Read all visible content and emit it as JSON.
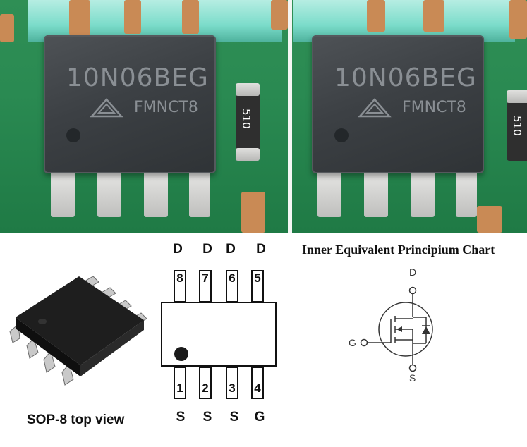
{
  "photo": {
    "chips": [
      {
        "marking": "10N06BEG",
        "lot_code": "FMNCT8"
      },
      {
        "marking": "10N06BEG",
        "lot_code": "FMNCT8"
      }
    ],
    "resistor_values": [
      "510",
      "510"
    ]
  },
  "package": {
    "title": "SOP-8 top view",
    "top_pins": [
      {
        "number": "8",
        "function": "D"
      },
      {
        "number": "7",
        "function": "D"
      },
      {
        "number": "6",
        "function": "D"
      },
      {
        "number": "5",
        "function": "D"
      }
    ],
    "bottom_pins": [
      {
        "number": "1",
        "function": "S"
      },
      {
        "number": "2",
        "function": "S"
      },
      {
        "number": "3",
        "function": "S"
      },
      {
        "number": "4",
        "function": "G"
      }
    ]
  },
  "schematic": {
    "title": "Inner Equivalent Principium Chart",
    "drain_label": "D",
    "gate_label": "G",
    "source_label": "S"
  },
  "colors": {
    "pcb_green": "#2a8a52",
    "chip_body": "#3c4044",
    "chip_text": "#8a8f94",
    "line": "#111111"
  }
}
